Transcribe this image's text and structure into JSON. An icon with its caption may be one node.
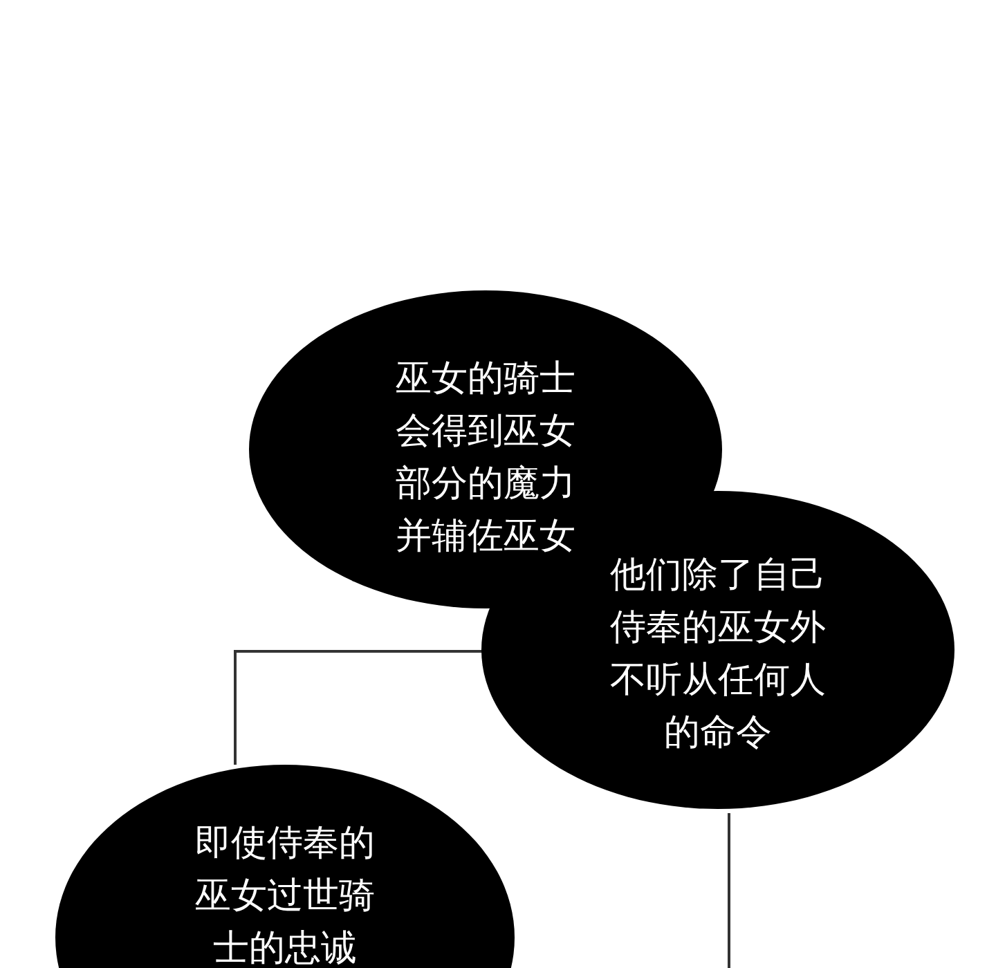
{
  "diagram": {
    "nodes": [
      {
        "text": [
          "巫女的骑士会得到巫女部分的魔力并辅佐巫女"
        ]
      },
      {
        "text": [
          "他们除了自己侍奉的巫女外不听从任何人的命令"
        ]
      },
      {
        "text": [
          "即使侍奉的巫女过世骑士的忠诚"
        ]
      }
    ]
  }
}
